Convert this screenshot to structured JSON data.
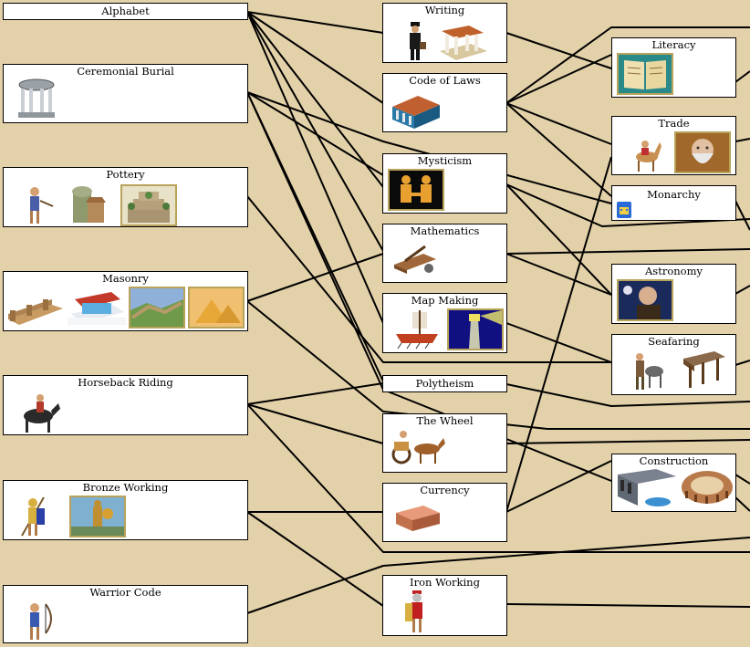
{
  "colors": {
    "background": "#e3d1a9",
    "box": "#ffffff",
    "border": "#000000",
    "line": "#000000"
  },
  "techs": {
    "alphabet": "Alphabet",
    "ceremonial_burial": "Ceremonial Burial",
    "pottery": "Pottery",
    "masonry": "Masonry",
    "horseback_riding": "Horseback Riding",
    "bronze_working": "Bronze Working",
    "warrior_code": "Warrior Code",
    "writing": "Writing",
    "code_of_laws": "Code of Laws",
    "mysticism": "Mysticism",
    "mathematics": "Mathematics",
    "map_making": "Map Making",
    "polytheism": "Polytheism",
    "the_wheel": "The Wheel",
    "currency": "Currency",
    "iron_working": "Iron Working",
    "literacy": "Literacy",
    "trade": "Trade",
    "monarchy": "Monarchy",
    "astronomy": "Astronomy",
    "seafaring": "Seafaring",
    "construction": "Construction"
  },
  "icons": {
    "ceremonial_burial": [
      "temple-icon"
    ],
    "pottery": [
      "warrior-unit-icon",
      "granary-icon",
      "hanging-gardens-icon"
    ],
    "masonry": [
      "city-walls-icon",
      "great-library-icon",
      "great-wall-icon",
      "pyramids-icon"
    ],
    "horseback_riding": [
      "horseman-unit-icon"
    ],
    "bronze_working": [
      "phalanx-unit-icon",
      "colossus-icon"
    ],
    "warrior_code": [
      "archer-unit-icon"
    ],
    "writing": [
      "diplomat-unit-icon",
      "library-icon"
    ],
    "code_of_laws": [
      "courthouse-icon"
    ],
    "mysticism": [
      "oracle-icon"
    ],
    "mathematics": [
      "catapult-unit-icon"
    ],
    "map_making": [
      "trireme-unit-icon",
      "lighthouse-icon"
    ],
    "the_wheel": [
      "chariot-unit-icon"
    ],
    "currency": [
      "marketplace-icon"
    ],
    "iron_working": [
      "legion-unit-icon"
    ],
    "literacy": [
      "great-library-scroll-icon"
    ],
    "trade": [
      "caravan-unit-icon",
      "marco-polo-icon"
    ],
    "monarchy": [
      "palace-icon"
    ],
    "astronomy": [
      "copernicus-icon"
    ],
    "seafaring": [
      "explorer-unit-icon",
      "harbour-icon"
    ],
    "construction": [
      "colosseum-icon",
      "amphitheater-icon"
    ]
  }
}
